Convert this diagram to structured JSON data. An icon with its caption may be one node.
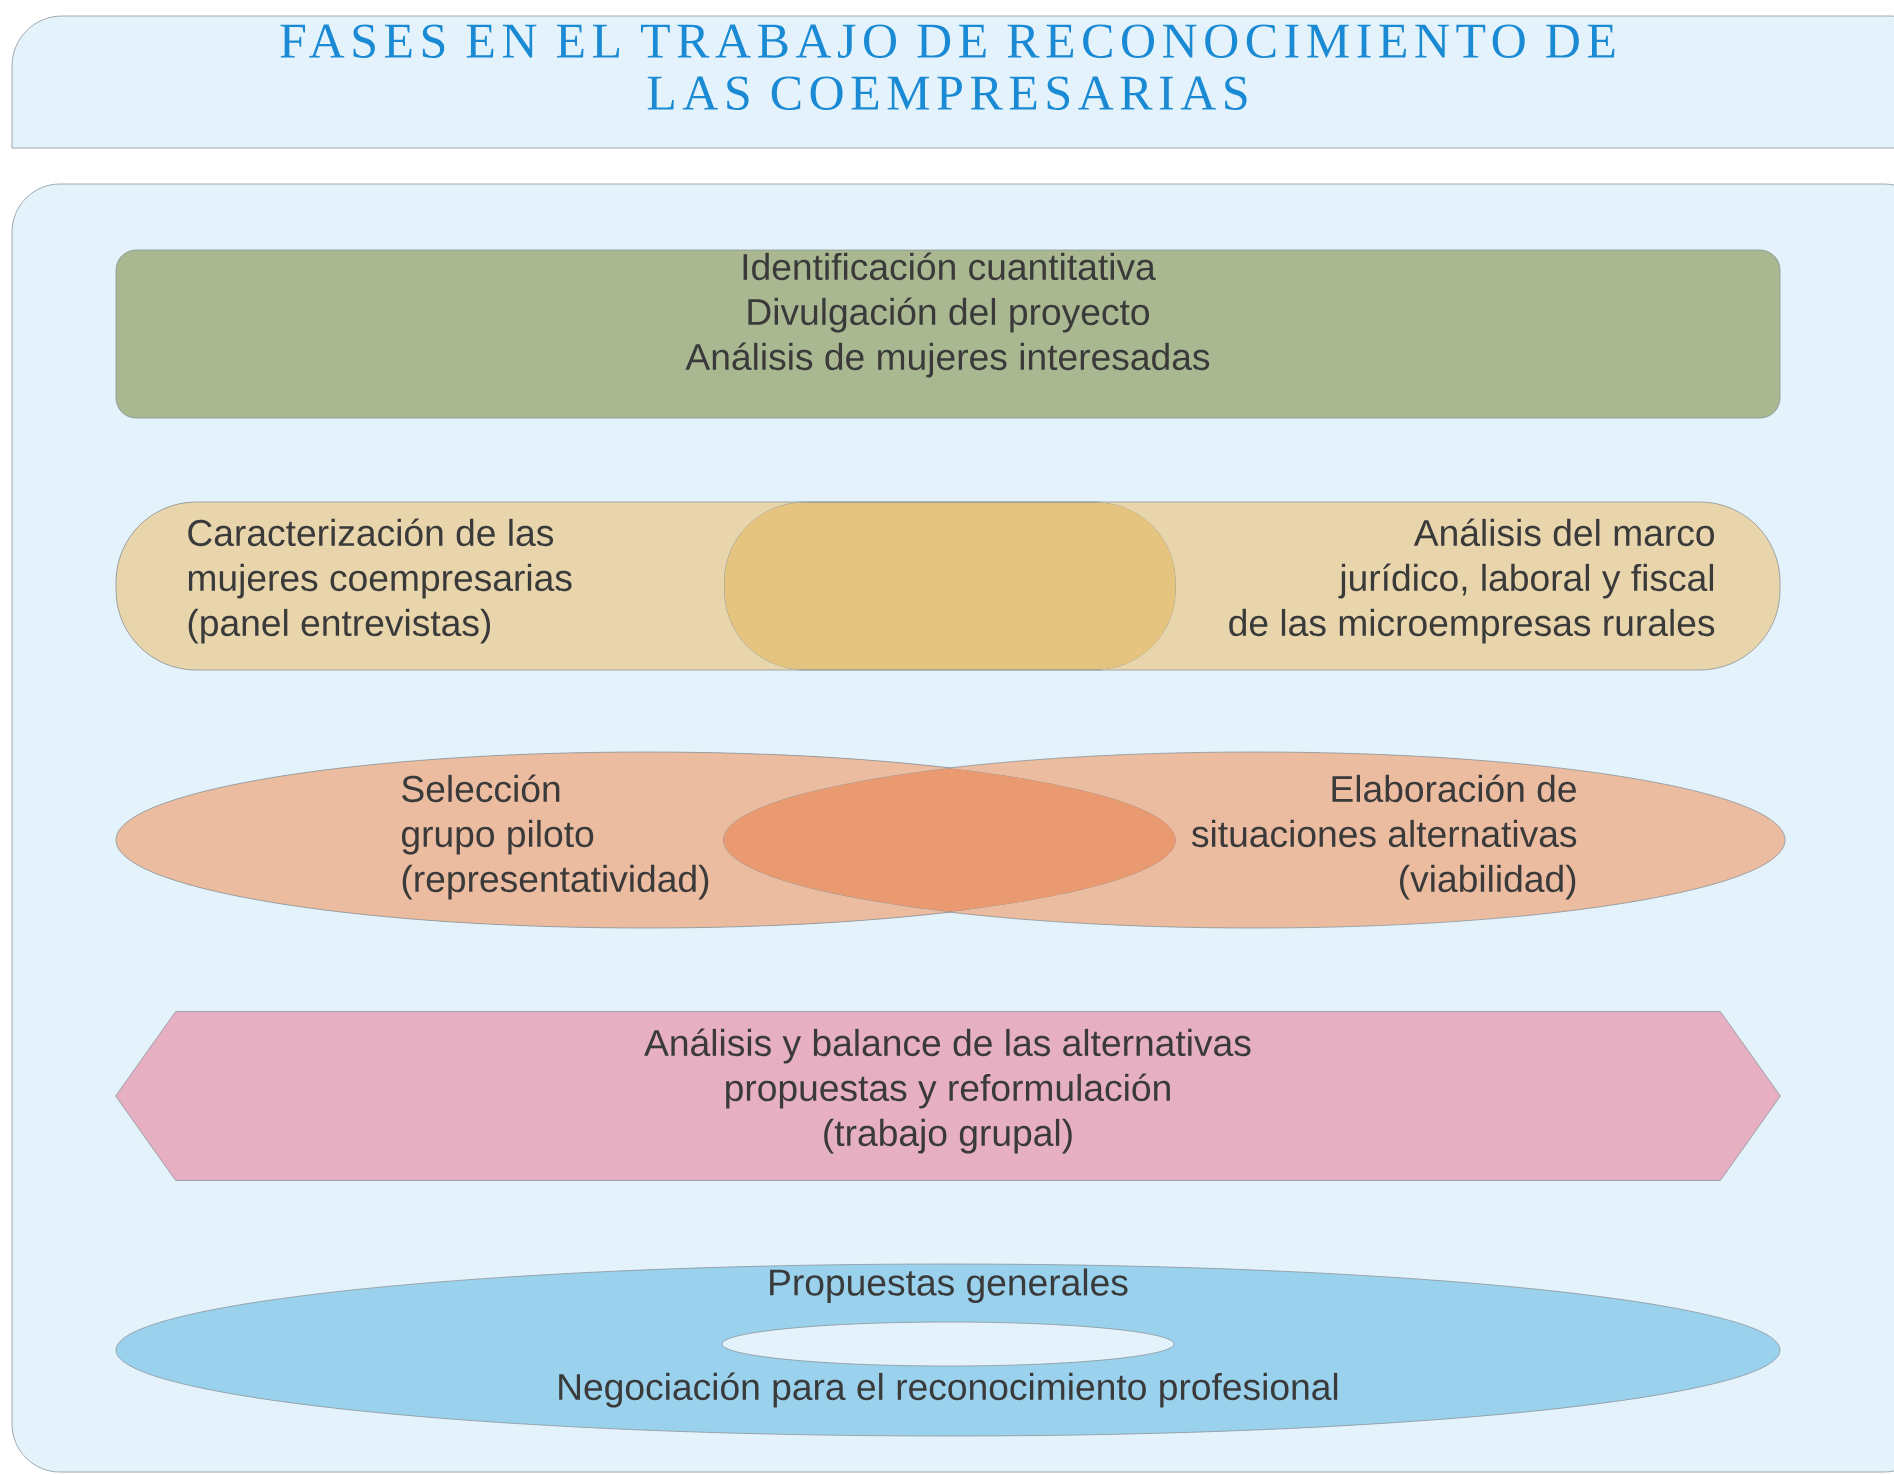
{
  "diagram": {
    "title": "FASES EN EL TRABAJO DE RECONOCIMIENTO DE LAS COEMPRESARIAS",
    "nodes": [
      {
        "text": [],
        "shape": "box"
      },
      {
        "text": [
          "Identificación cuantitativa",
          "Divulgación del proyecto",
          "Análisis de mujeres interesadas"
        ],
        "in": 0
      },
      {
        "text": [
          "Caracterización de las mujeres coempresarias (panel entrevistas)"
        ],
        "in": 0
      },
      {
        "text": [
          "Análisis del marco jurídico, laboral y fiscal de las microempresas rurales"
        ],
        "in": 0
      },
      {
        "text": [
          "Selección grupo piloto (representatividad)"
        ],
        "in": 0
      },
      {
        "text": [
          "Elaboración de situaciones alternativas (viabilidad)"
        ],
        "in": 0
      },
      {
        "text": [
          "Análisis y balance de las alternativas propuestas y reformulación (trabajo grupal)"
        ],
        "in": 0
      },
      {
        "text": [
          "Propuestas generales",
          "Negociación para el reconocimiento profesional"
        ],
        "in": 0
      },
      {
        "text": [],
        "shape": "ellipse",
        "in": 7
      }
    ]
  }
}
